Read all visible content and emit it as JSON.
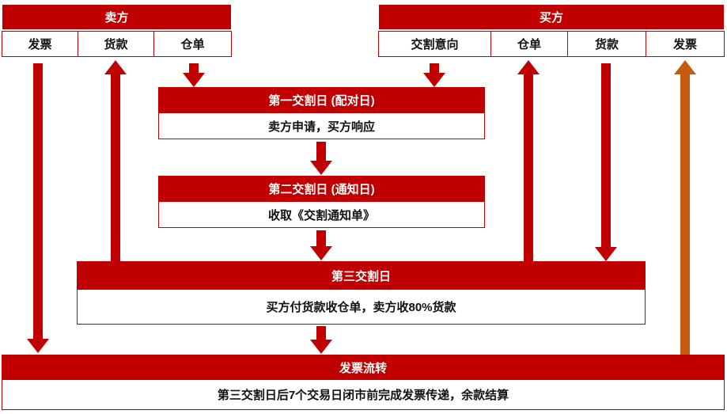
{
  "seller": {
    "title": "卖方",
    "columns": [
      "发票",
      "货款",
      "仓单"
    ]
  },
  "buyer": {
    "title": "买方",
    "columns": [
      "交割意向",
      "仓单",
      "货款",
      "发票"
    ]
  },
  "stages": [
    {
      "title": "第一交割日 (配对日)",
      "body": "卖方申请，买方响应"
    },
    {
      "title": "第二交割日 (通知日)",
      "body": "收取《交割通知单》"
    },
    {
      "title": "第三交割日",
      "body": "买方付货款收仓单，卖方收80%货款"
    },
    {
      "title": "发票流转",
      "body": "第三交割日后7个交易日闭市前完成发票传递，余款结算"
    }
  ],
  "colors": {
    "primary_red": "#C00000",
    "accent_orange": "#C55A11"
  }
}
